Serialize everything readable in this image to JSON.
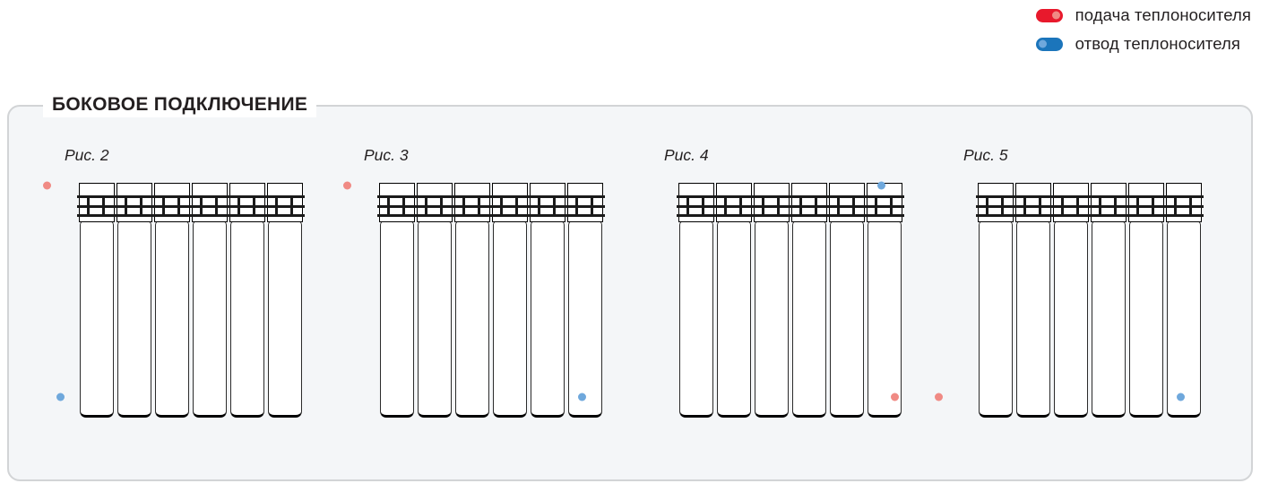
{
  "legend": {
    "items": [
      {
        "icon": "pill-red-connector-icon",
        "color": "#e8192c",
        "dot": "right",
        "label": "подача теплоносителя"
      },
      {
        "icon": "pill-blue-connector-icon",
        "color": "#1b75bb",
        "dot": "left",
        "label": "отвод теплоносителя"
      }
    ]
  },
  "panel": {
    "title": "БОКОВОЕ ПОДКЛЮЧЕНИЕ",
    "border_color": "#d2d4d6",
    "background_color": "#f4f6f8"
  },
  "figures": [
    {
      "label": "Рис. 2",
      "sections": 6,
      "connections": [
        {
          "type": "supply",
          "color": "#e8192c",
          "position": "top-left",
          "dot": "right"
        },
        {
          "type": "return",
          "color": "#1b75bb",
          "position": "bottom-left",
          "dot": "left"
        }
      ]
    },
    {
      "label": "Рис. 3",
      "sections": 6,
      "connections": [
        {
          "type": "supply",
          "color": "#e8192c",
          "position": "top-left",
          "dot": "right"
        },
        {
          "type": "return",
          "color": "#1b75bb",
          "position": "bottom-right",
          "dot": "right"
        }
      ]
    },
    {
      "label": "Рис. 4",
      "sections": 6,
      "connections": [
        {
          "type": "return",
          "color": "#1b75bb",
          "position": "top-right",
          "dot": "right"
        },
        {
          "type": "supply",
          "color": "#e8192c",
          "position": "bottom-right",
          "dot": "left"
        }
      ]
    },
    {
      "label": "Рис. 5",
      "sections": 6,
      "connections": [
        {
          "type": "supply",
          "color": "#e8192c",
          "position": "bottom-left",
          "dot": "right"
        },
        {
          "type": "return",
          "color": "#1b75bb",
          "position": "bottom-right",
          "dot": "right"
        }
      ]
    }
  ]
}
